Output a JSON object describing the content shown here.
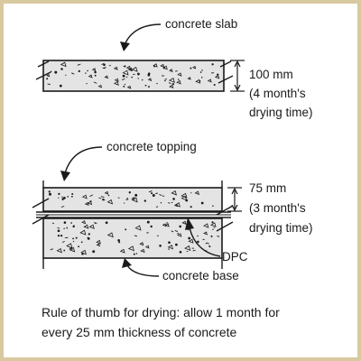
{
  "diagram": {
    "top_section": {
      "label": "concrete slab",
      "dimension": "100 mm",
      "drying_line1": "(4 month's",
      "drying_line2": "drying time)"
    },
    "bottom_section": {
      "topping_label": "concrete topping",
      "dimension": "75 mm",
      "drying_line1": "(3 month's",
      "drying_line2": "drying time)",
      "dpc_label": "DPC",
      "base_label": "concrete base"
    },
    "caption_line1": "Rule of thumb for drying: allow 1 month for",
    "caption_line2": "every 25 mm thickness of concrete"
  },
  "colors": {
    "frame": "#d9c9a1",
    "concrete": "#e4e4e4",
    "ink": "#1a1a1a"
  }
}
